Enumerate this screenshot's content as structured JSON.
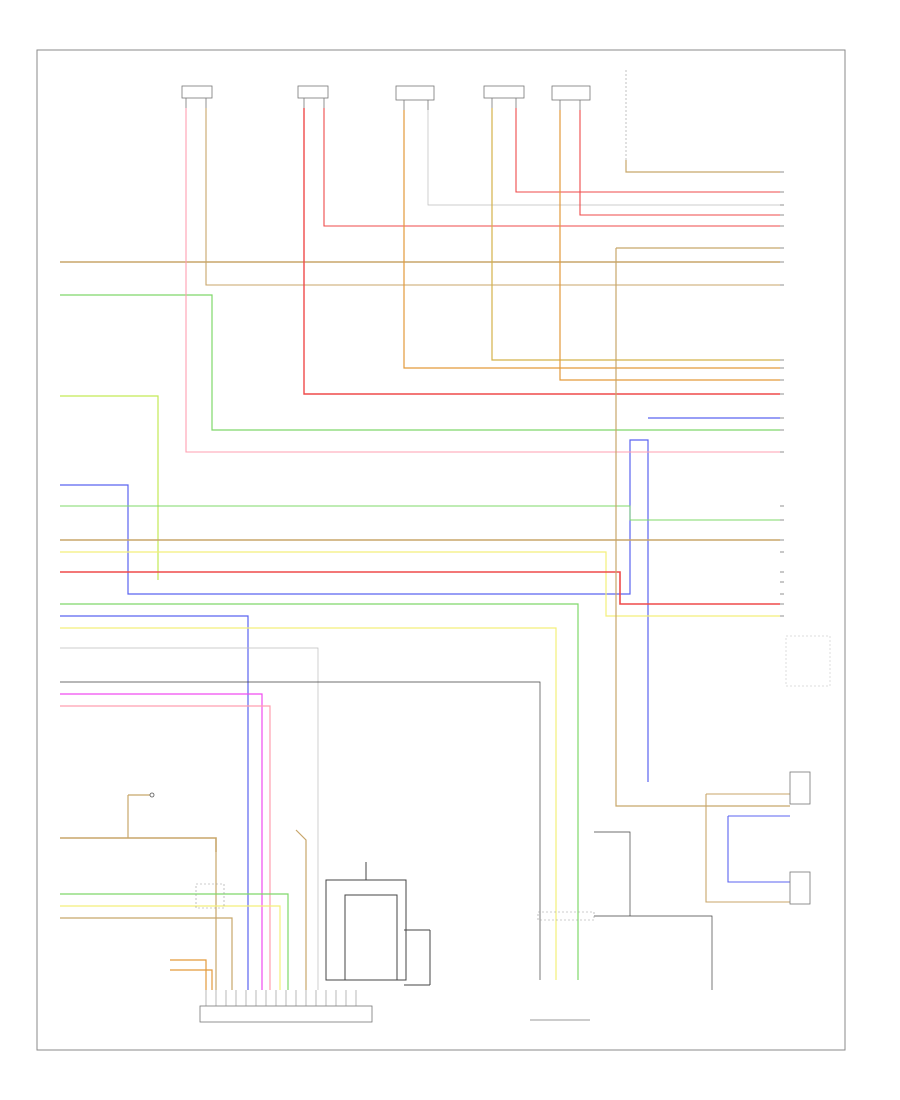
{
  "page": {
    "ref_code": "",
    "footer_label": ""
  },
  "colors": {
    "frame": "#8a8a8a",
    "tan": "#c8a66a",
    "gold": "#d4b24a",
    "orange": "#e39a3b",
    "red": "#ef4a4a",
    "pink": "#ff9fb0",
    "green": "#7fd86a",
    "lime": "#c3ea56",
    "blue": "#5b63f0",
    "yellow": "#f3ef7a",
    "gray": "#bcbcbc",
    "magenta": "#f04cf0",
    "black": "#404040"
  },
  "components": {
    "top_speakers": [
      {
        "id": "spk-1",
        "label": ""
      },
      {
        "id": "spk-2",
        "label": ""
      },
      {
        "id": "spk-3",
        "label": ""
      },
      {
        "id": "spk-4",
        "label": ""
      },
      {
        "id": "spk-5",
        "label": ""
      },
      {
        "id": "spk-6",
        "label": ""
      }
    ],
    "right_connector_label": "",
    "lower_module_label": "",
    "lower_module_sublabel": "",
    "antenna_label": "",
    "ground_label": "",
    "rear_speaker_1_label": "",
    "rear_speaker_2_label": "",
    "external_amp_label": ""
  }
}
